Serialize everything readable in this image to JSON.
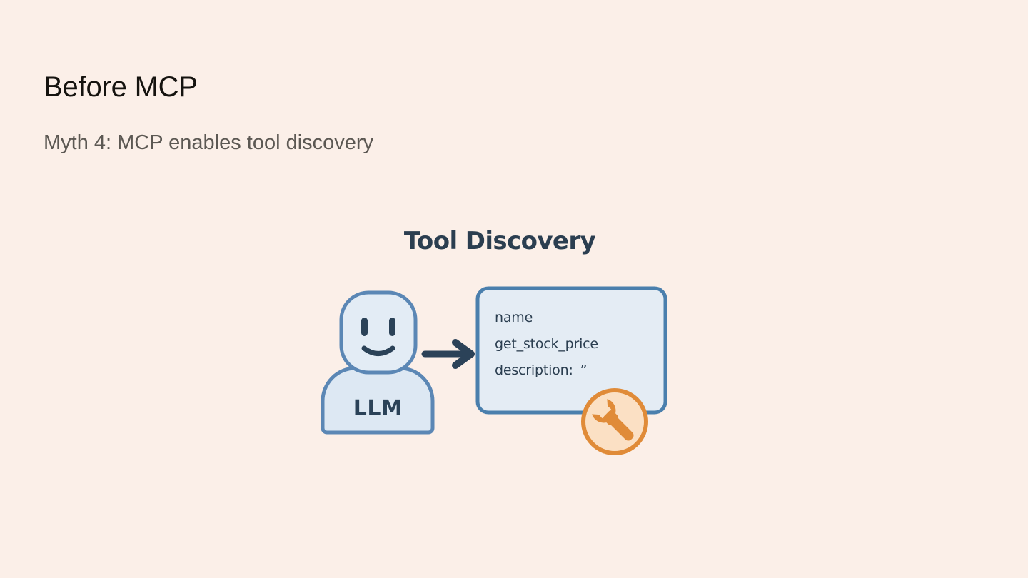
{
  "slide": {
    "title": "Before MCP",
    "subtitle": "Myth 4: MCP enables tool discovery"
  },
  "diagram": {
    "title": "Tool Discovery",
    "actor": {
      "label": "LLM",
      "icon": "robot-avatar"
    },
    "arrow": {
      "icon": "arrow-right",
      "direction": "right"
    },
    "tool_card": {
      "lines": [
        "name",
        "get_stock_price",
        "description:"
      ],
      "description_value": "ˮ"
    },
    "badge": {
      "icon": "wrench-icon"
    }
  },
  "colors": {
    "background": "#fbefe8",
    "title_text": "#15130f",
    "subtitle_text": "#5c5853",
    "navy": "#2b3e50",
    "card_fill": "#e4ecf4",
    "card_border": "#4a7fad",
    "avatar_fill": "#dde8f3",
    "avatar_border": "#5b87b5",
    "badge_fill": "#fbe0c4",
    "badge_border": "#e08b38",
    "badge_glyph": "#e08b38"
  }
}
